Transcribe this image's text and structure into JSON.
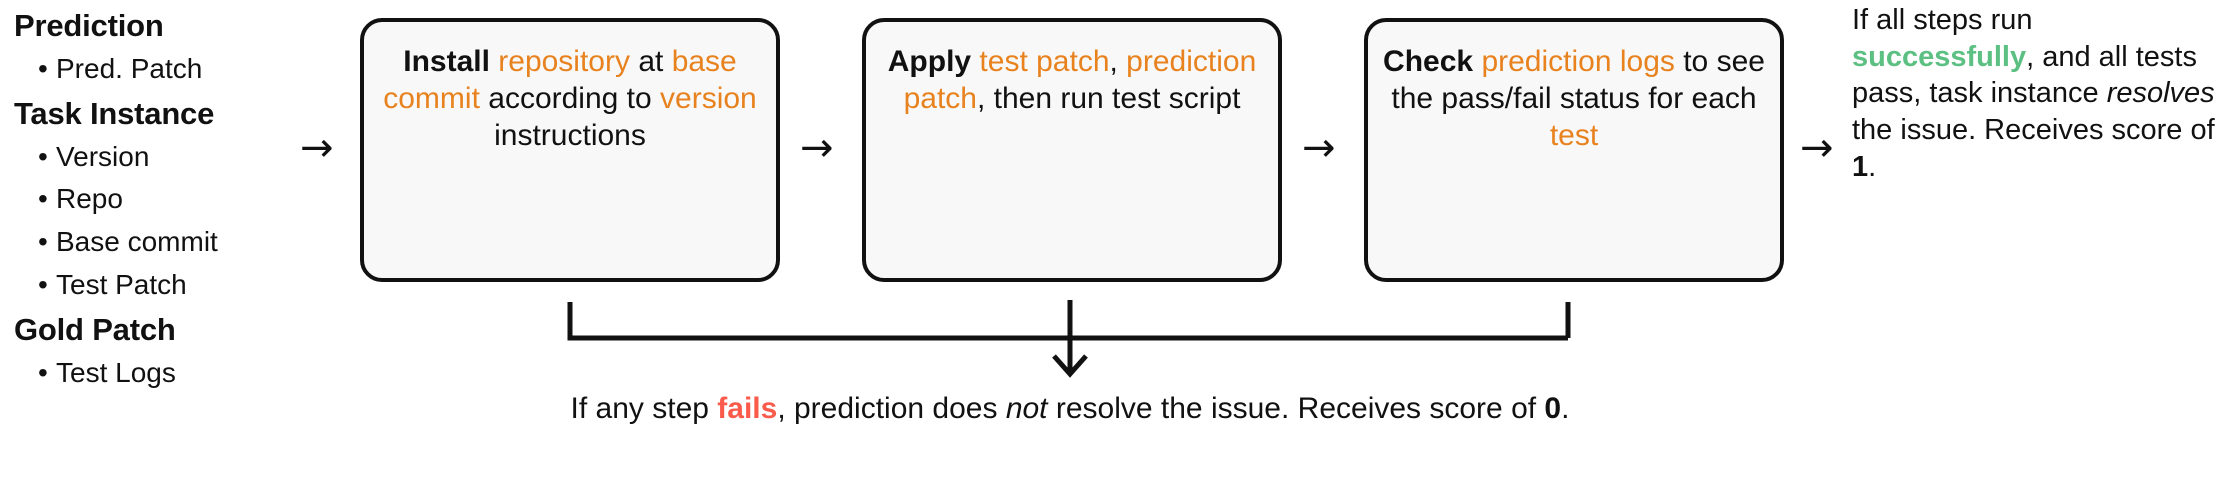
{
  "colors": {
    "highlight_orange": "#E8821E",
    "success_green": "#5DC083",
    "fail_red": "#FB5B4B",
    "box_fill": "#F8F8F8",
    "box_border": "#111111",
    "text": "#111111"
  },
  "left_column": {
    "groups": [
      {
        "header": "Prediction",
        "items": [
          "Pred. Patch"
        ]
      },
      {
        "header": "Task Instance",
        "items": [
          "Version",
          "Repo",
          "Base commit",
          "Test Patch"
        ]
      },
      {
        "header": "Gold Patch",
        "items": [
          "Test Logs"
        ]
      }
    ]
  },
  "arrows": {
    "glyph": "→",
    "down_glyph": "↓",
    "count": 4
  },
  "steps": [
    {
      "id": "install",
      "segments": [
        {
          "text": "Install ",
          "style": "bold"
        },
        {
          "text": "repository",
          "style": "highlight"
        },
        {
          "text": " at ",
          "style": "plain"
        },
        {
          "text": "base commit",
          "style": "highlight"
        },
        {
          "text": " according to ",
          "style": "plain"
        },
        {
          "text": "version",
          "style": "highlight"
        },
        {
          "text": " instructions",
          "style": "plain"
        }
      ],
      "plain_text": "Install repository at base commit according to version instructions"
    },
    {
      "id": "apply",
      "segments": [
        {
          "text": "Apply ",
          "style": "bold"
        },
        {
          "text": "test patch",
          "style": "highlight"
        },
        {
          "text": ", ",
          "style": "plain"
        },
        {
          "text": "prediction patch",
          "style": "highlight"
        },
        {
          "text": ", then run test script",
          "style": "plain"
        }
      ],
      "plain_text": "Apply test patch, prediction patch, then run test script"
    },
    {
      "id": "check",
      "segments": [
        {
          "text": "Check ",
          "style": "bold"
        },
        {
          "text": "prediction logs",
          "style": "highlight"
        },
        {
          "text": " to see the pass/fail status for each ",
          "style": "plain"
        },
        {
          "text": "test",
          "style": "highlight"
        }
      ],
      "plain_text": "Check prediction logs to see the pass/fail status for each test"
    }
  ],
  "success_outcome": {
    "segments": [
      {
        "text": "If all steps run ",
        "style": "plain"
      },
      {
        "text": "successfully",
        "style": "success"
      },
      {
        "text": ", and all tests pass, task instance ",
        "style": "plain"
      },
      {
        "text": "resolves",
        "style": "italic"
      },
      {
        "text": " the issue. Receives score of ",
        "style": "plain"
      },
      {
        "text": "1",
        "style": "bold"
      },
      {
        "text": ".",
        "style": "plain"
      }
    ],
    "plain_text": "If all steps run successfully, and all tests pass, task instance resolves the issue. Receives score of 1.",
    "score": "1"
  },
  "failure_outcome": {
    "segments": [
      {
        "text": "If any step ",
        "style": "plain"
      },
      {
        "text": "fails",
        "style": "fail"
      },
      {
        "text": ", prediction does ",
        "style": "plain"
      },
      {
        "text": "not",
        "style": "italic"
      },
      {
        "text": " resolve the issue. Receives score of ",
        "style": "plain"
      },
      {
        "text": "0",
        "style": "bold"
      },
      {
        "text": ".",
        "style": "plain"
      }
    ],
    "plain_text": "If any step fails, prediction does not resolve the issue. Receives score of 0.",
    "score": "0"
  }
}
